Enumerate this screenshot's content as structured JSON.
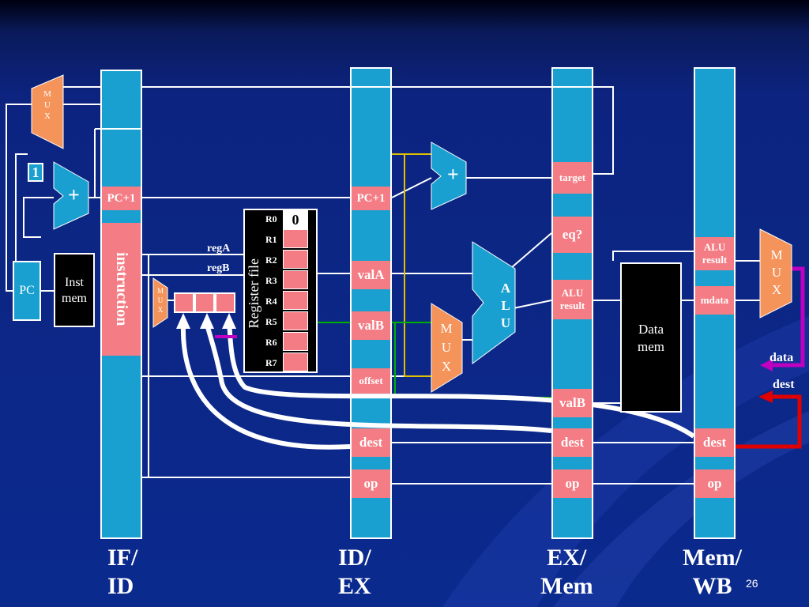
{
  "latches": {
    "if_id": {
      "pc1": "PC+1",
      "instruction": "instruction",
      "label_line1": "IF/",
      "label_line2": "ID"
    },
    "id_ex": {
      "pc1": "PC+1",
      "valA": "valA",
      "valB": "valB",
      "offset": "offset",
      "dest": "dest",
      "op": "op",
      "label_line1": "ID/",
      "label_line2": "EX"
    },
    "ex_mem": {
      "target": "target",
      "eq": "eq?",
      "alu_result_line1": "ALU",
      "alu_result_line2": "result",
      "valB": "valB",
      "dest": "dest",
      "op": "op",
      "label_line1": "EX/",
      "label_line2": "Mem"
    },
    "mem_wb": {
      "alu_result_line1": "ALU",
      "alu_result_line2": "result",
      "mdata": "mdata",
      "dest": "dest",
      "op": "op",
      "label_line1": "Mem/",
      "label_line2": "WB"
    }
  },
  "components": {
    "pc": "PC",
    "inst_mem_line1": "Inst",
    "inst_mem_line2": "mem",
    "const_one": "1",
    "plus": "+",
    "mux_fetch": [
      "M",
      "U",
      "X"
    ],
    "mux_decode": [
      "M",
      "U",
      "X"
    ],
    "mux_exec": [
      "M",
      "U",
      "X"
    ],
    "mux_wb": [
      "M",
      "U",
      "X"
    ],
    "alu": [
      "A",
      "L",
      "U"
    ],
    "data_mem_line1": "Data",
    "data_mem_line2": "mem",
    "register_file": "Register file",
    "regA": "regA",
    "regB": "regB",
    "r0_value": "0",
    "registers": [
      "R0",
      "R1",
      "R2",
      "R3",
      "R4",
      "R5",
      "R6",
      "R7"
    ]
  },
  "signals": {
    "data": "data",
    "dest": "dest"
  },
  "slide_number": "26",
  "colors": {
    "latch": "#1aa0d0",
    "field": "#f47c84",
    "mux": "#f4935a",
    "wire": "#ffffff",
    "forward_data": "#c000c0",
    "forward_dest": "#e00000",
    "branch": "#e0c000",
    "valB_wire": "#00b000"
  }
}
